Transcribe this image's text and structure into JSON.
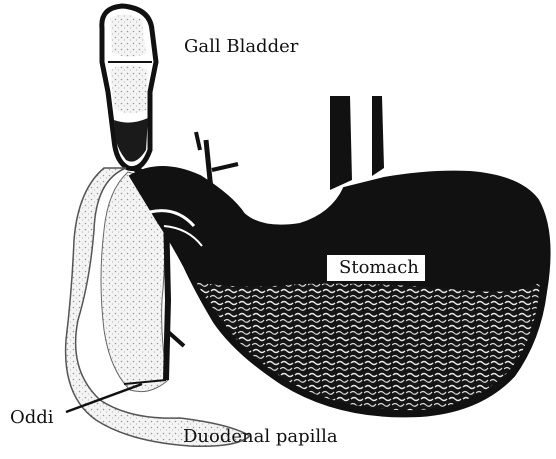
{
  "labels": {
    "gall_bladder": "Gall Bladder",
    "stomach": "Stomach",
    "oddi": "Oddi",
    "duodenal_papilla": "Duodenal papilla"
  },
  "colors": {
    "ink": "#111111",
    "background": "#ffffff",
    "stipple": "#cfcfcf"
  }
}
